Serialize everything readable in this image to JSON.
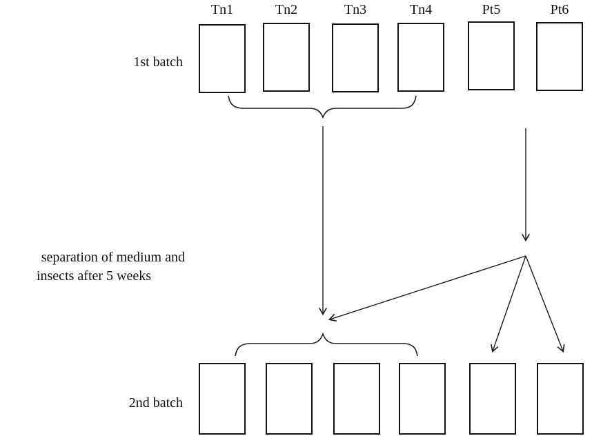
{
  "diagram": {
    "background_color": "#ffffff",
    "line_color": "#1a1a1a",
    "row1_label": "1st batch",
    "row2_label": "2nd batch",
    "separation_label": {
      "line1": "separation of medium and",
      "line2": "insects after 5 weeks"
    },
    "top_box_labels": [
      "Tn1",
      "Tn2",
      "Tn3",
      "Tn4",
      "Pt5",
      "Pt6"
    ]
  }
}
